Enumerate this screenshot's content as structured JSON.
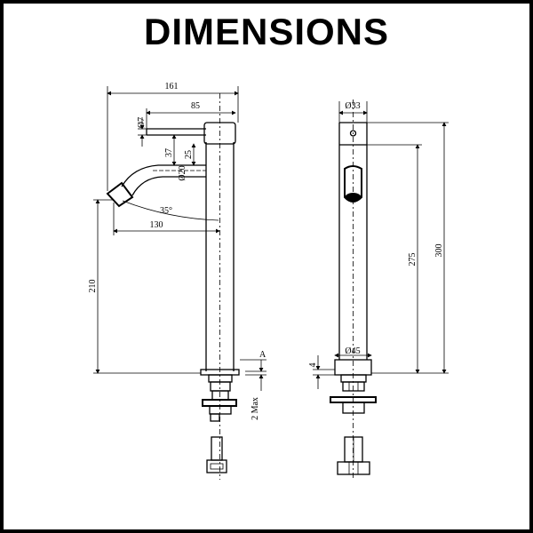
{
  "title": "DIMENSIONS",
  "side_view": {
    "overall_width": "161",
    "spout_to_lever": "85",
    "lever_diameter": "Ø7",
    "lever_height": "25",
    "handle_offset": "37",
    "spout_diameter": "Ø20",
    "spout_angle": "35°",
    "spout_reach": "130",
    "spout_height": "210",
    "section_mark": "A",
    "deck_thickness": "2 Max"
  },
  "front_view": {
    "top_diameter": "Ø33",
    "body_height": "275",
    "overall_height": "300",
    "base_diameter": "Ø45",
    "base_height": "4"
  }
}
